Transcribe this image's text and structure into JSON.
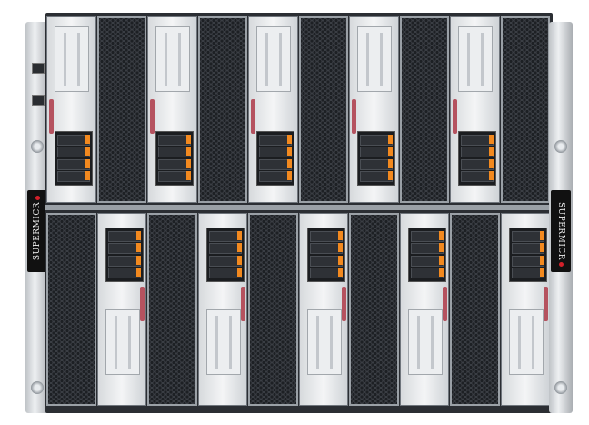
{
  "image": {
    "subject": "server-chassis-front",
    "brand_text": "SUPERMICR",
    "brand_dot_color": "#d3202a",
    "accent_handle_color": "#b5525f",
    "drive_latch_color": "#f2891f"
  },
  "chassis": {
    "top_row": [
      {
        "kind": "node"
      },
      {
        "kind": "vent"
      },
      {
        "kind": "node"
      },
      {
        "kind": "vent"
      },
      {
        "kind": "node"
      },
      {
        "kind": "vent"
      },
      {
        "kind": "node"
      },
      {
        "kind": "vent"
      },
      {
        "kind": "node"
      },
      {
        "kind": "vent"
      }
    ],
    "bottom_row": [
      {
        "kind": "vent"
      },
      {
        "kind": "node"
      },
      {
        "kind": "vent"
      },
      {
        "kind": "node"
      },
      {
        "kind": "vent"
      },
      {
        "kind": "node"
      },
      {
        "kind": "vent"
      },
      {
        "kind": "node"
      },
      {
        "kind": "vent"
      },
      {
        "kind": "node"
      }
    ]
  }
}
